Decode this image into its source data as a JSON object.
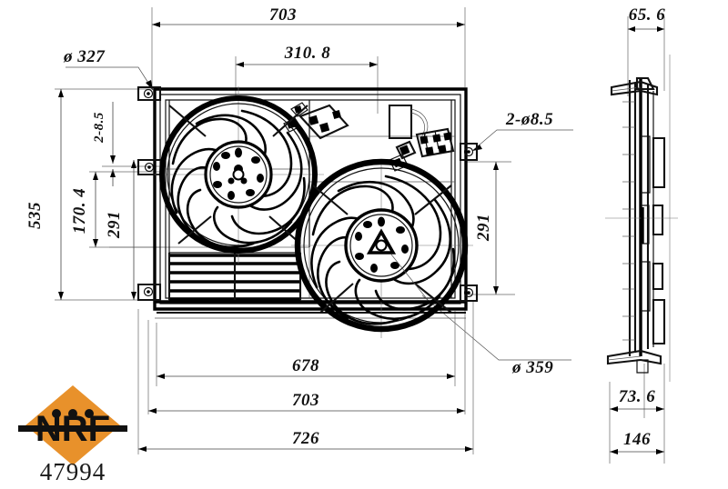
{
  "drawing": {
    "title": "Engine cooling fan assembly technical drawing",
    "part_number": "47994",
    "brand": "NRF",
    "brand_colors": {
      "diamond": "#E8912B",
      "wordmark": "#111111",
      "line": "#111111"
    },
    "views": [
      {
        "name": "front-view",
        "label": ""
      },
      {
        "name": "side-view",
        "label": ""
      }
    ]
  },
  "dimensions": {
    "front": {
      "top_overall": "703",
      "top_inner": "310. 8",
      "left_diameter": "ø 327",
      "left_overall_height": "535",
      "left_small_holes": "2-8.5",
      "left_mid": "170. 4",
      "left_lower": "291",
      "right_holes": "2-ø8.5",
      "right_lower": "291",
      "bottom_inner": "678",
      "bottom_mid": "703",
      "bottom_outer": "726",
      "right_diameter": "ø 359"
    },
    "side": {
      "top_width": "65. 6",
      "mid_width": "73. 6",
      "bottom_width": "146"
    }
  },
  "labels": {
    "part_number_caption": "47994",
    "logo_word": "NRF"
  }
}
